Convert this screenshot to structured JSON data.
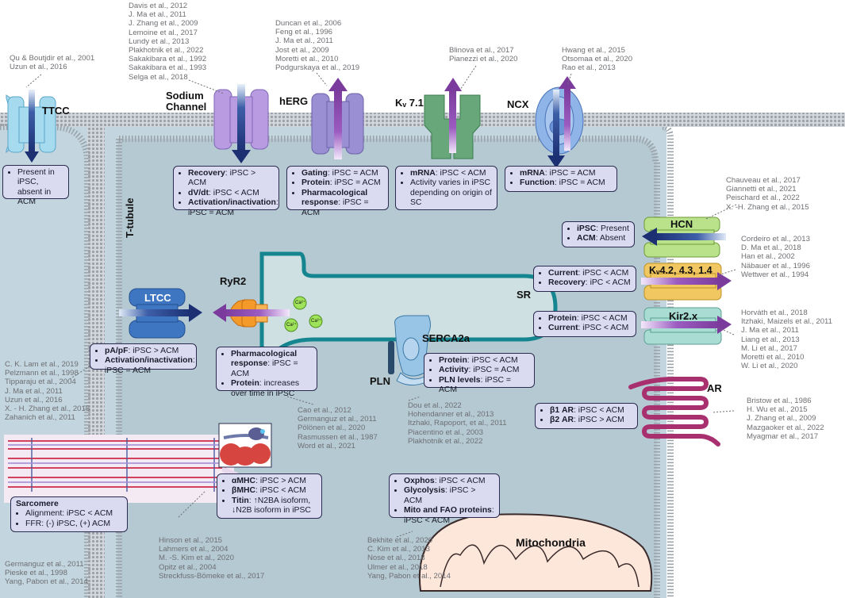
{
  "labels": {
    "ttcc": "TTCC",
    "sodium": "Sodium",
    "channel": "Channel",
    "herg": "hERG",
    "kv71": "Kᵥ 7.1",
    "ncx": "NCX",
    "ttubule": "T-tubule",
    "ltcc": "LTCC",
    "ryr2": "RyR2",
    "sr": "SR",
    "serca": "SERCA2a",
    "pln": "PLN",
    "hcn": "HCN",
    "kv4": "Kᵥ4.2, 4.3, 1.4",
    "kir": "Kir2.x",
    "ar": "AR",
    "mito": "Mitochondria",
    "ca": "Ca²⁺"
  },
  "citations": {
    "ttcc": [
      "Qu & Boutjdir et al., 2001",
      "Uzun et al., 2016"
    ],
    "sodium": [
      "Davis et al., 2012",
      "J. Ma et al., 2011",
      "J. Zhang et al., 2009",
      "Lemoine et al., 2017",
      "Lundy et al., 2013",
      "Plakhotnik et al., 2022",
      "Sakakibara et al., 1992",
      "Sakakibara et al., 1993",
      "Selga et al., 2018"
    ],
    "herg": [
      "Duncan et al., 2006",
      "Feng et al., 1996",
      "J. Ma et al., 2011",
      "Jost et al., 2009",
      "Moretti et al., 2010",
      "Podgurskaya et al., 2019"
    ],
    "kv71": [
      "Blinova et al., 2017",
      "Pianezzi et al., 2020"
    ],
    "ncx": [
      "Hwang et al., 2015",
      "Otsomaa et al., 2020",
      "Rao et al., 2013"
    ],
    "hcn": [
      "Chauveau et al., 2017",
      "Giannetti et al., 2021",
      "Peischard et al., 2022",
      "X. -H. Zhang et al., 2015"
    ],
    "kv4": [
      "Cordeiro et al., 2013",
      "D. Ma et al., 2018",
      "Han et al., 2002",
      "Näbauer et al., 1996",
      "Wettwer et al., 1994"
    ],
    "kir": [
      "Horváth et al., 2018",
      "Itzhaki, Maizels et al., 2011",
      "J. Ma et al., 2011",
      "Liang et al., 2013",
      "M. Li et al., 2017",
      "Moretti et al., 2010",
      "W. Li et al., 2020"
    ],
    "ar": [
      "Bristow et al., 1986",
      "H. Wu et al., 2015",
      "J. Zhang et al., 2009",
      "Mazgaoker et al., 2022",
      "Myagmar et al., 2017"
    ],
    "ltcc": [
      "C. K. Lam et al., 2019",
      "Pelzmann et al., 1998",
      "Tipparaju et al., 2004",
      "J. Ma et al., 2011",
      "Uzun et al., 2016",
      "X. - H. Zhang et al., 2015",
      "Zahanich et al., 2011"
    ],
    "ryr": [
      "Cao et al., 2012",
      "Germanguz et al., 2011",
      "Pölönen et al., 2020",
      "Rasmussen et al., 1987",
      "Word et al., 2021"
    ],
    "serca": [
      "Dou et al., 2022",
      "Hohendanner et al., 2013",
      "Itzhaki, Rapoport, et al., 2011",
      "Piacentino et al., 2003",
      "Plakhotnik et al., 2022"
    ],
    "myosin": [
      "Hinson et al., 2015",
      "Lahmers et al., 2004",
      "M. -S. Kim et al., 2020",
      "Opitz et al., 2004",
      "Streckfuss-Bömeke et al., 2017"
    ],
    "sarcomere": [
      "Germanguz et al., 2011",
      "Pieske et al., 1998",
      "Yang, Pabon et al., 2014"
    ],
    "mito": [
      "Bekhite et al., 2020",
      "C. Kim et al., 2013",
      "Nose et al., 2018",
      "Ulmer et al., 2018",
      "Yang, Pabon et al., 2014"
    ]
  },
  "boxes": {
    "ttcc": [
      "Present in iPSC, absent in ACM"
    ],
    "sodium": [
      [
        "Recovery",
        ": iPSC > ACM"
      ],
      [
        "dV/dt",
        ": iPSC < ACM"
      ],
      [
        "Activation/inactivation",
        ": iPSC = ACM"
      ]
    ],
    "herg": [
      [
        "Gating",
        ": iPSC = ACM"
      ],
      [
        "Protein",
        ": iPSC = ACM"
      ],
      [
        "Pharmacological response",
        ": iPSC = ACM"
      ]
    ],
    "kv71": [
      [
        "mRNA",
        ": iPSC < ACM"
      ],
      [
        "",
        "Activity varies in iPSC depending on origin of SC"
      ]
    ],
    "ncx": [
      [
        "mRNA",
        ": iPSC = ACM"
      ],
      [
        "Function",
        ": iPSC = ACM"
      ]
    ],
    "hcn": [
      [
        "iPSC",
        ": Present"
      ],
      [
        "ACM",
        ": Absent"
      ]
    ],
    "kv4": [
      [
        "Current",
        ": iPSC < ACM"
      ],
      [
        "Recovery",
        ": iPC < ACM"
      ]
    ],
    "kir": [
      [
        "Protein",
        ": iPSC < ACM"
      ],
      [
        "Current",
        ": iPSC < ACM"
      ]
    ],
    "ar": [
      [
        "β1 AR",
        ": iPSC < ACM"
      ],
      [
        "β2 AR",
        ": iPSC > ACM"
      ]
    ],
    "ltcc": [
      [
        "pA/pF",
        ": iPSC > ACM"
      ],
      [
        "Activation/inactivation",
        ": iPSC = ACM"
      ]
    ],
    "ryr": [
      [
        "Pharmacological response",
        ": iPSC = ACM"
      ],
      [
        "Protein",
        ": increases over time in iPSC"
      ]
    ],
    "serca": [
      [
        "Protein",
        ": iPSC < ACM"
      ],
      [
        "Activity",
        ": iPSC = ACM"
      ],
      [
        "PLN levels",
        ": iPSC = ACM"
      ]
    ],
    "myosin": [
      [
        "αMHC",
        ": iPSC > ACM"
      ],
      [
        "βMHC",
        ": iPSC < ACM"
      ],
      [
        "Titin",
        ": ↑N2BA isoform, ↓N2B isoform in iPSC"
      ]
    ],
    "mito": [
      [
        "Oxphos",
        ": iPSC < ACM"
      ],
      [
        "Glycolysis",
        ": iPSC > ACM"
      ],
      [
        "Mito and FAO proteins",
        ": iPSC < ACM"
      ]
    ],
    "sarcomere_title": "Sarcomere",
    "sarcomere": [
      "Alignment: iPSC < ACM",
      "FFR: (-) iPSC, (+) ACM"
    ]
  },
  "colors": {
    "cell_fill": "#c3d5de",
    "membrane": "#b9bec4",
    "box_fill": "#dadbf1",
    "box_border": "#2a2b4e",
    "navy_arrow": "#1f3b86",
    "purple_arrow": "#7d3f9e",
    "sodium": "#b99be2",
    "herg": "#9b8fd4",
    "kv71": "#67a77a",
    "ncx": "#8fb4e8",
    "ttcc": "#a6dbef",
    "ltcc": "#3e76c2",
    "ryr2": "#f39a2b",
    "sr": "#cfe0e3",
    "sr_border": "#15868f",
    "serca": "#98c5e6",
    "hcn": "#b9e28b",
    "kv4": "#f0c760",
    "kir": "#a9dcd3",
    "ar": "#a9306f",
    "ca": "#9fe35a",
    "mito": "#fde7db",
    "mito_border": "#3a2a2a"
  }
}
